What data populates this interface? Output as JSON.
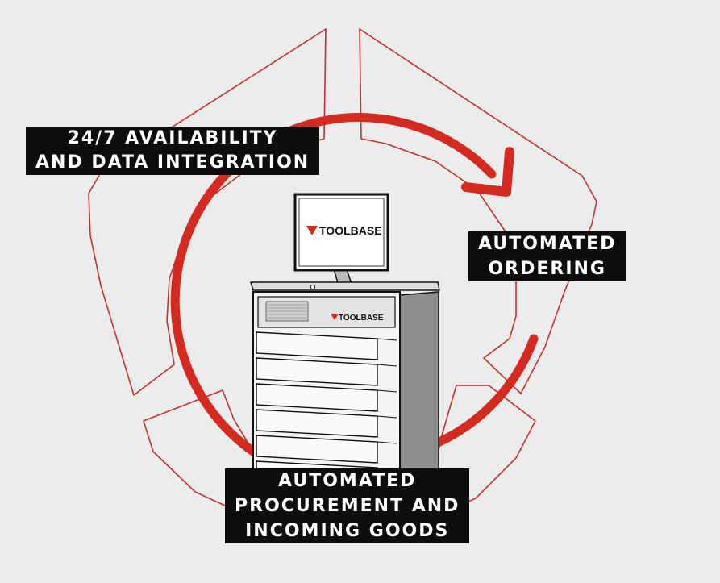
{
  "diagram": {
    "center_device": {
      "monitor_brand": "TOOLBASE",
      "cabinet_brand": "TOOLBASE",
      "drawer_count": 6
    },
    "cycle_labels": {
      "availability": [
        "24/7 AVAILABILITY",
        "AND DATA INTEGRATION"
      ],
      "ordering": [
        "AUTOMATED",
        "ORDERING"
      ],
      "procurement": [
        "AUTOMATED",
        "PROCUREMENT AND",
        "INCOMING GOODS"
      ]
    },
    "colors": {
      "accent_red": "#d42a20",
      "outline_red": "#c8302a",
      "background": "#ececec",
      "label_bg": "#0d0d0d"
    }
  }
}
